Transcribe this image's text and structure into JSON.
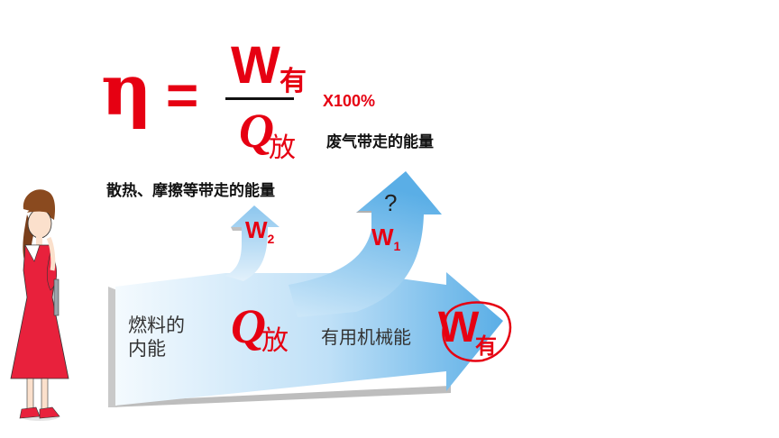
{
  "formula": {
    "eta": "η",
    "equals": "=",
    "numerator_symbol": "W",
    "numerator_sub": "有",
    "denominator_symbol": "Q",
    "denominator_sub": "放",
    "multiplier": "X100%"
  },
  "labels": {
    "exhaust": "废气带走的能量",
    "dissipation": "散热、摩擦等带走的能量",
    "question": "?",
    "w1_symbol": "W",
    "w1_sub": "1",
    "w2_symbol": "W",
    "w2_sub": "2",
    "fuel_line1": "燃料的",
    "fuel_line2": "内能",
    "q_symbol": "Q",
    "q_sub": "放",
    "useful": "有用机械能",
    "w_useful_symbol": "W",
    "w_useful_sub": "有"
  },
  "colors": {
    "accent_red": "#e60012",
    "arrow_light": "#eaf5fd",
    "arrow_dark": "#4fa7e4",
    "arrow_shadow": "#b8b8b8"
  }
}
